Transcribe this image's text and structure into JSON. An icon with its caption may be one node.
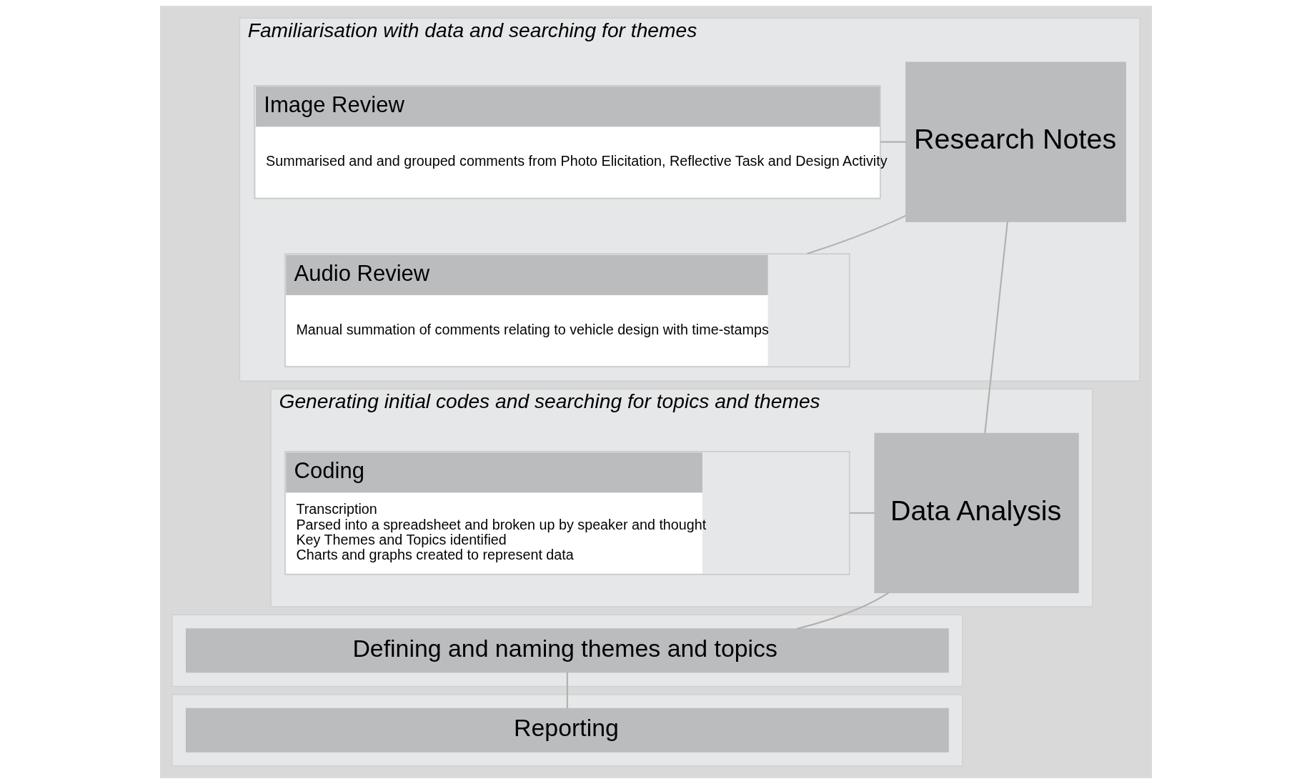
{
  "diagram": {
    "nodes": [
      {
        "text": [
          "Familiarisation with data and searching for themes"
        ]
      },
      {
        "text": [
          "Image Review",
          "Summarised and and grouped comments from Photo Elicitation, Reflective Task and Design Activity"
        ],
        "in": 0
      },
      {
        "text": [
          "Audio Review",
          "Manual summation of comments relating to vehicle design with time-stamps"
        ],
        "in": 0
      },
      {
        "text": [
          "Research Notes"
        ],
        "in": 0
      },
      {
        "text": [
          "Generating initial codes and searching for topics and themes"
        ]
      },
      {
        "text": [
          "Coding",
          "Transcription",
          "Parsed into a spreadsheet and broken up by speaker and thought",
          "Key Themes and Topics identified",
          "Charts and graphs created to represent data"
        ],
        "in": 4
      },
      {
        "text": [
          "Data Analysis"
        ],
        "in": 4
      },
      {
        "text": [],
        "shape": "box"
      },
      {
        "text": [
          "Defining and naming themes and topics"
        ],
        "in": 7
      },
      {
        "text": [],
        "shape": "box"
      },
      {
        "text": [
          "Reporting"
        ],
        "in": 9
      }
    ],
    "edges": [
      {
        "from": 1,
        "to": 3,
        "arrow": "none"
      },
      {
        "from": 2,
        "to": 3,
        "arrow": "none"
      },
      {
        "from": 3,
        "to": 6,
        "arrow": "none"
      },
      {
        "from": 5,
        "to": 6,
        "arrow": "none"
      },
      {
        "from": 6,
        "to": 8,
        "arrow": "none"
      },
      {
        "from": 8,
        "to": 10,
        "arrow": "none"
      }
    ]
  }
}
